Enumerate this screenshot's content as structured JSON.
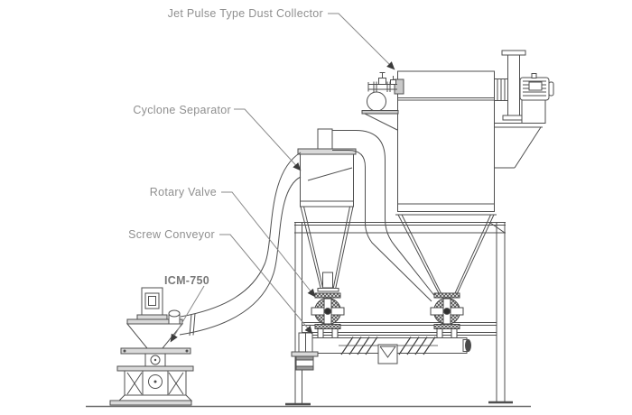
{
  "diagram": {
    "type": "technical-line-drawing",
    "title": "Grinding mill with cyclone separator and jet pulse dust collector system",
    "colors": {
      "background": "#ffffff",
      "line": "#4f4f4f",
      "label": "#8f8f8f",
      "model_label": "#787878",
      "arrow": "#3b3b3b",
      "plate_fill": "#d9d9d9",
      "bracket_fill": "#c9c9c9"
    },
    "labels": [
      {
        "id": "jet-pulse-dust-collector",
        "text": "Jet Pulse Type Dust Collector"
      },
      {
        "id": "cyclone-separator",
        "text": "Cyclone Separator"
      },
      {
        "id": "rotary-valve",
        "text": "Rotary Valve"
      },
      {
        "id": "screw-conveyor",
        "text": "Screw Conveyor"
      },
      {
        "id": "model",
        "text": "ICM-750"
      }
    ],
    "components": [
      "jet-pulse-dust-collector",
      "pulse-valve-air-tank",
      "exhaust-blower-fan",
      "cyclone-separator",
      "rotary-valve-left",
      "rotary-valve-right",
      "screw-conveyor",
      "discharge-chute",
      "icm-750-grinding-mill",
      "support-frame",
      "ground-line"
    ]
  }
}
